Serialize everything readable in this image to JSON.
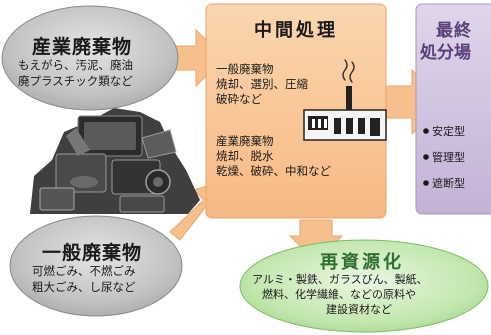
{
  "industrial_waste": {
    "title": "産業廃棄物",
    "line1": "もえがら、汚泥、廃油",
    "line2": "廃プラスチック類など"
  },
  "general_waste": {
    "title": "一般廃棄物",
    "line1": "可燃ごみ、不燃ごみ",
    "line2": "粗大ごみ、し尿など"
  },
  "intermediate": {
    "title": "中間処理",
    "general_label": "一般廃棄物",
    "general_line1": "焼却、選別、圧縮",
    "general_line2": "破砕など",
    "industrial_label": "産業廃棄物",
    "industrial_line1": "焼却、脱水",
    "industrial_line2": "乾燥、破砕、中和など"
  },
  "final_disposal": {
    "title_line1": "最終",
    "title_line2": "処分場",
    "types": [
      "安定型",
      "管理型",
      "遮断型"
    ]
  },
  "recycling": {
    "title": "再資源化",
    "line1": "アルミ・製鉄、ガラスびん、製紙、",
    "line2": "燃料、化学繊維、などの原料や",
    "line3": "建設資材など"
  },
  "colors": {
    "ellipse_gray": "#c4c4c4",
    "ellipse_stroke": "#8a8a8a",
    "process_box": "#f9c595",
    "arrow_orange": "#f6bf8b",
    "final_box": "#cfc0dc",
    "recycle_green": "#c2e6ad",
    "final_title": "#5b3f79",
    "recycle_title": "#2f6f32"
  }
}
